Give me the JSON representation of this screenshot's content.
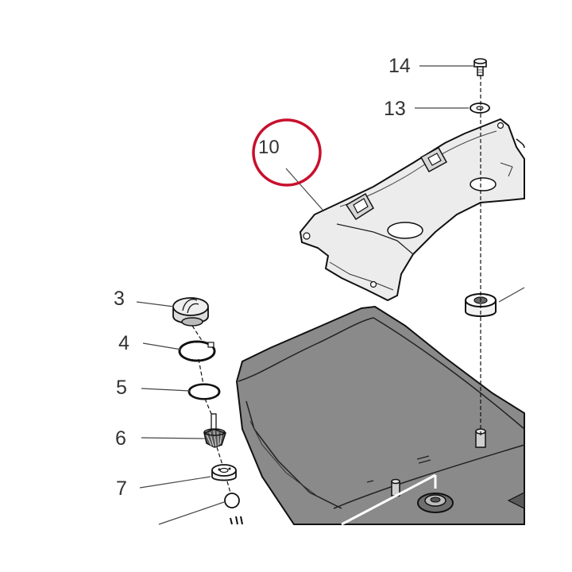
{
  "diagram": {
    "callouts": [
      {
        "id": "c14",
        "label": "14"
      },
      {
        "id": "c13",
        "label": "13"
      },
      {
        "id": "c10",
        "label": "10"
      },
      {
        "id": "c3",
        "label": "3"
      },
      {
        "id": "c4",
        "label": "4"
      },
      {
        "id": "c5",
        "label": "5"
      },
      {
        "id": "c6",
        "label": "6"
      },
      {
        "id": "c7",
        "label": "7"
      }
    ],
    "highlight_color": "#c8102e",
    "line_color": "#1a1a1a",
    "part_shade": "#ececec",
    "tank_shade": "#8a8a8a"
  }
}
